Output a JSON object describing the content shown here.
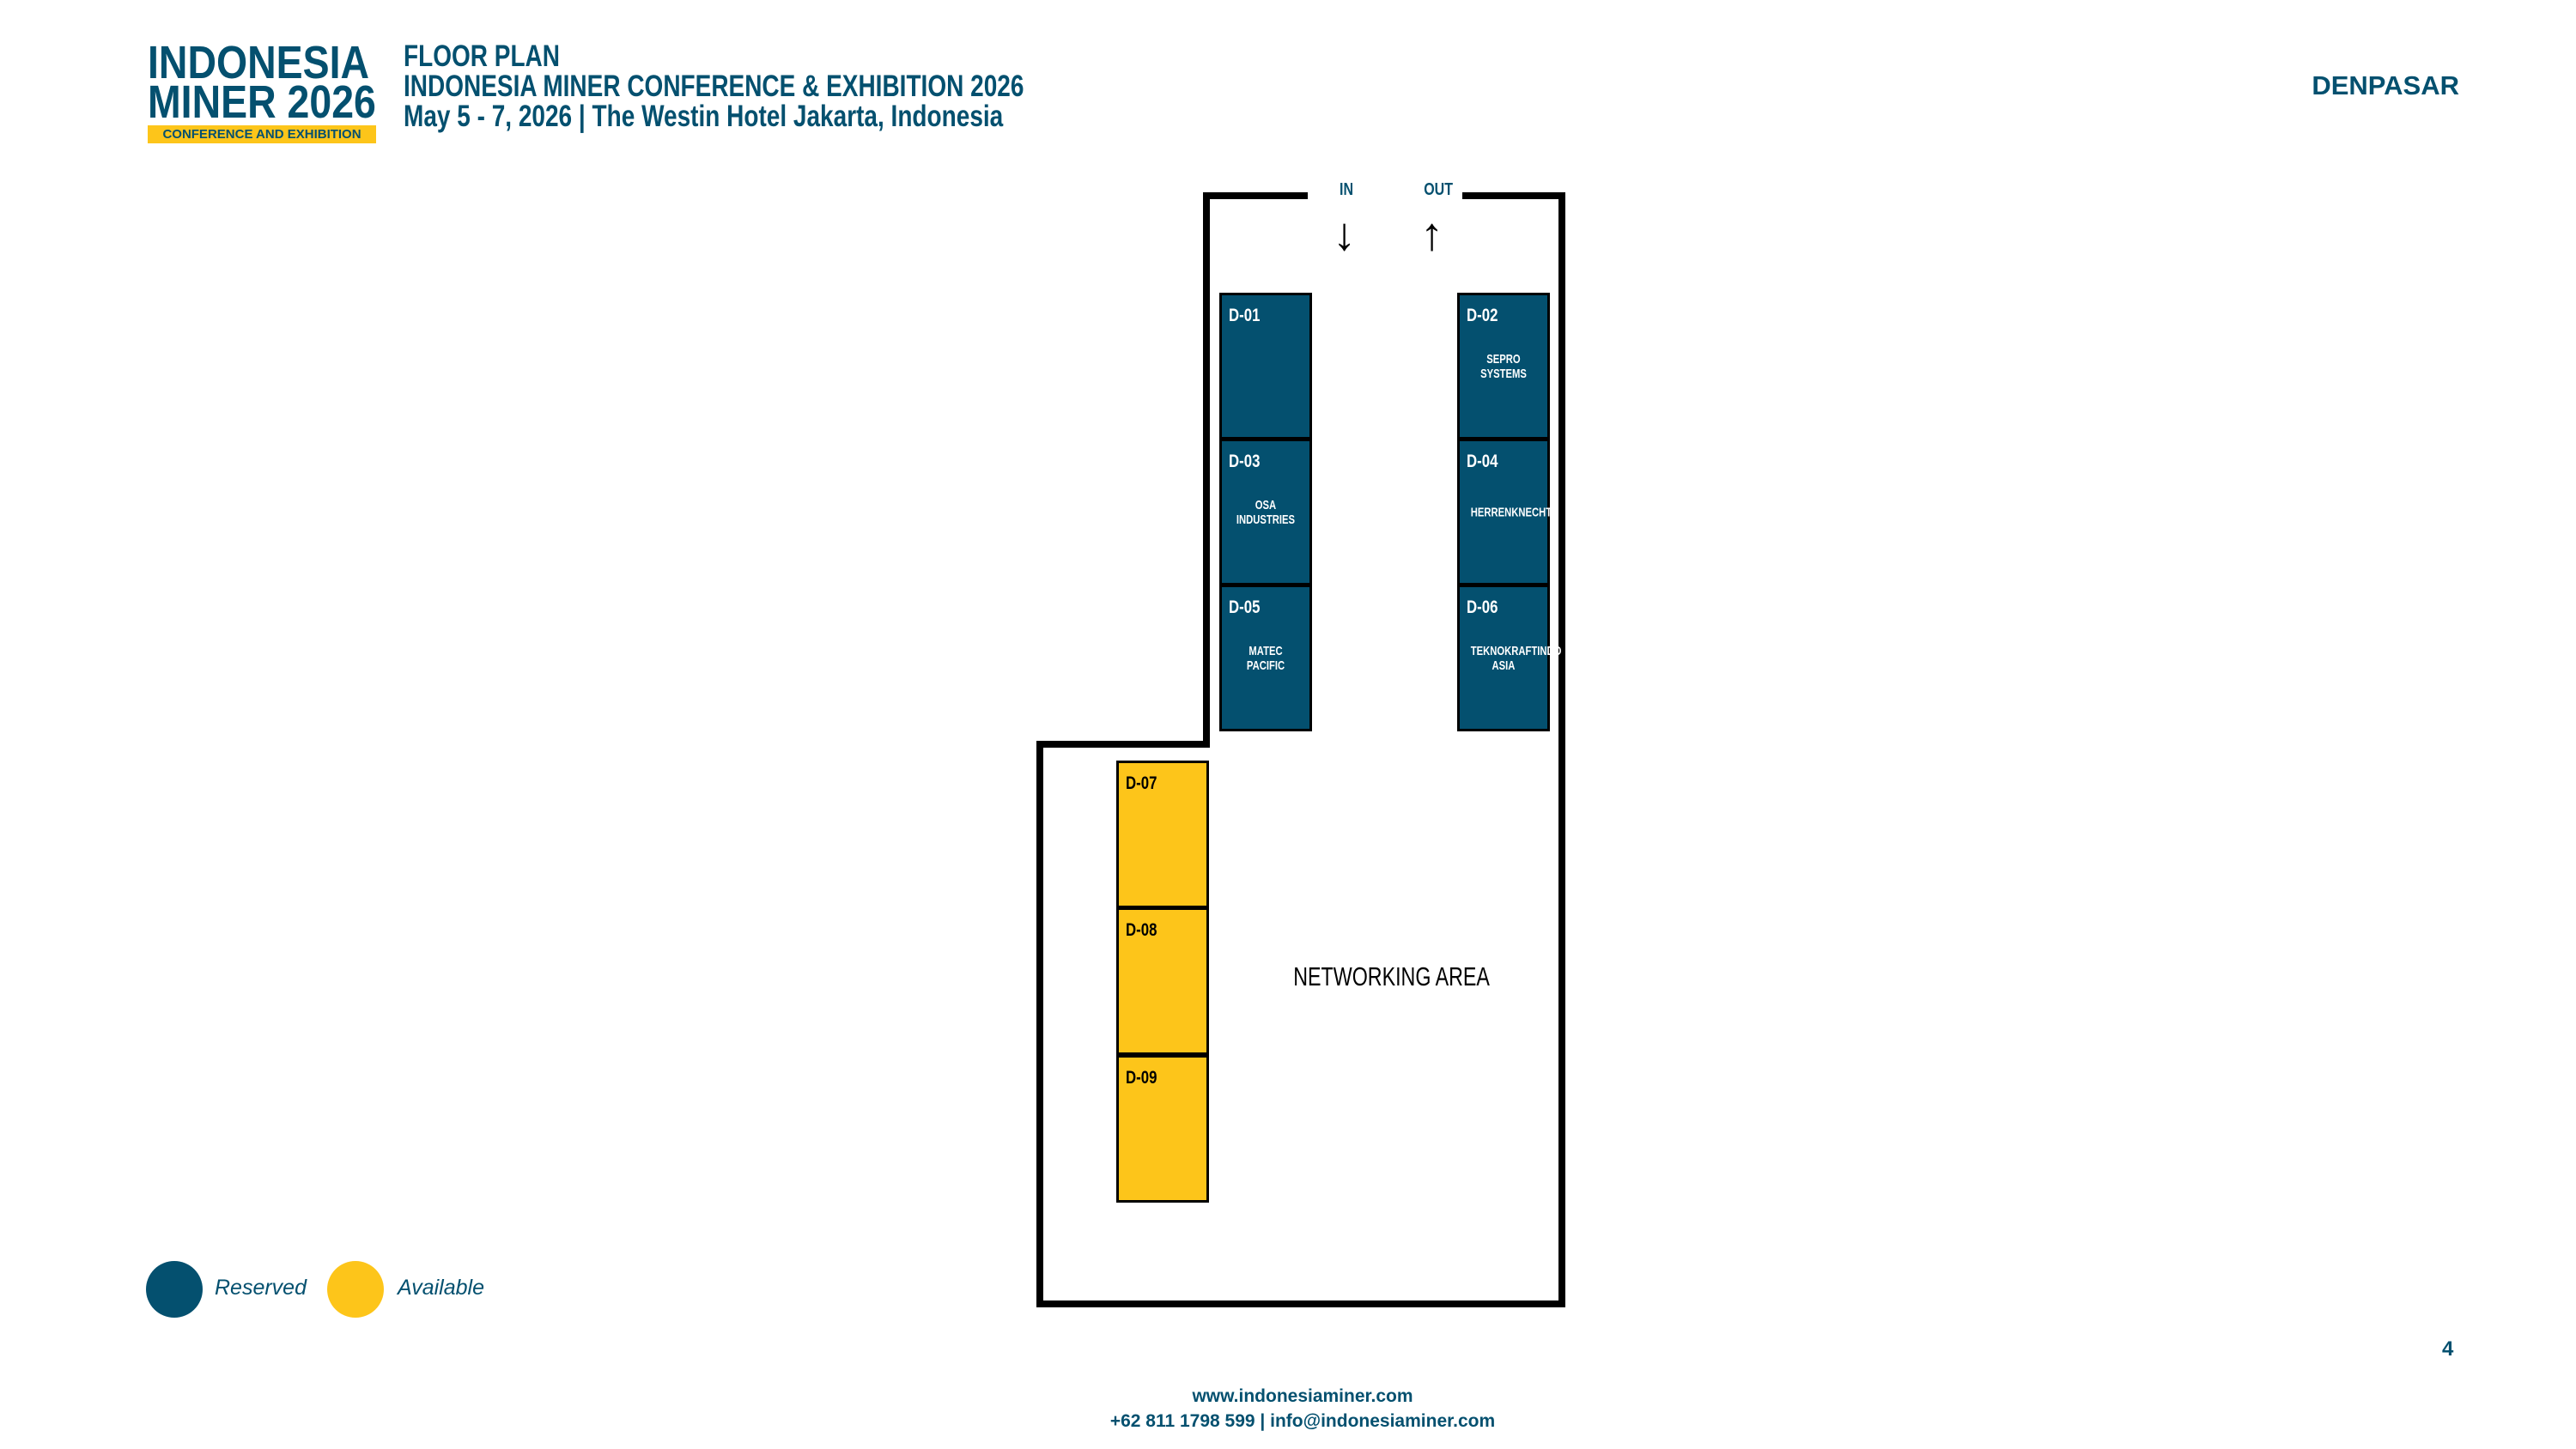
{
  "logo": {
    "line1": "INDONESIA",
    "line2": "MINER 2026",
    "tagline": "CONFERENCE AND EXHIBITION"
  },
  "header": {
    "title": "FLOOR PLAN",
    "event": "INDONESIA MINER CONFERENCE & EXHIBITION 2026",
    "date_venue": "May 5 - 7, 2026 | The Westin Hotel Jakarta, Indonesia",
    "hall": "DENPASAR"
  },
  "colors": {
    "reserved": "#04506f",
    "available": "#fdc51a"
  },
  "plan": {
    "entrance_in": "IN",
    "entrance_out": "OUT",
    "in_icon": "arrow-down-icon",
    "out_icon": "arrow-up-icon",
    "networking": "NETWORKING AREA",
    "booths": [
      {
        "code": "D-01",
        "company": "",
        "status": "reserved"
      },
      {
        "code": "D-02",
        "company": "SEPRO\nSYSTEMS",
        "status": "reserved"
      },
      {
        "code": "D-03",
        "company": "OSA INDUSTRIES",
        "status": "reserved"
      },
      {
        "code": "D-04",
        "company": "HERRENKNECHT",
        "status": "reserved"
      },
      {
        "code": "D-05",
        "company": "MATEC\nPACIFIC",
        "status": "reserved"
      },
      {
        "code": "D-06",
        "company": "TEKNOKRAFTINDO\nASIA",
        "status": "reserved"
      },
      {
        "code": "D-07",
        "company": "",
        "status": "available"
      },
      {
        "code": "D-08",
        "company": "",
        "status": "available"
      },
      {
        "code": "D-09",
        "company": "",
        "status": "available"
      }
    ]
  },
  "legend": {
    "reserved": "Reserved",
    "available": "Available"
  },
  "page_number": "4",
  "footer": {
    "website": "www.indonesiaminer.com",
    "contact": "+62 811 1798 599 | info@indonesiaminer.com"
  }
}
